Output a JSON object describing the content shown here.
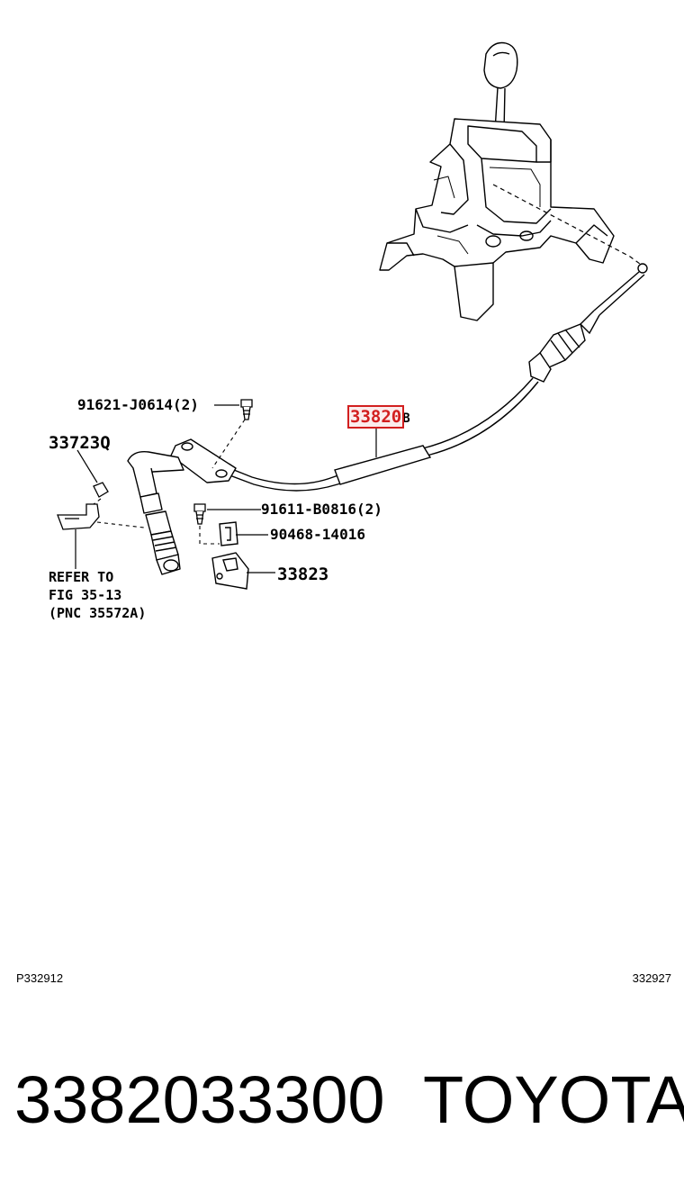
{
  "callouts": {
    "bolt_top": "91621-J0614(2)",
    "cable": "33820",
    "cable_suffix": "B",
    "clip": "33723Q",
    "bolt_right": "91611-B0816(2)",
    "retainer": "90468-14016",
    "bracket": "33823"
  },
  "note": {
    "line1": "REFER TO",
    "line2": "FIG 35-13",
    "line3": "(PNC 35572A)"
  },
  "footer": {
    "left_code": "P332912",
    "right_code": "332927"
  },
  "headline": {
    "part_number": "3382033300",
    "brand": "TOYOTA"
  },
  "colors": {
    "highlight": "#d21f1f",
    "ink": "#000000"
  }
}
